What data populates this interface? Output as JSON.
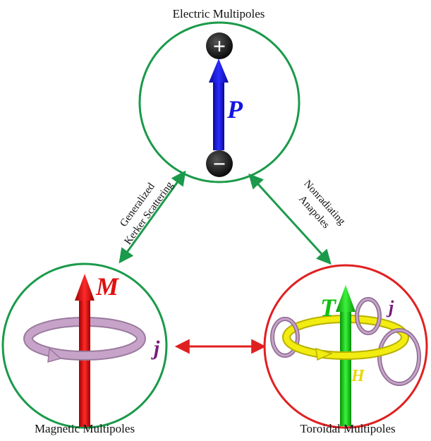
{
  "top": {
    "title": "Electric Multipoles",
    "symbol": "P",
    "plus_sign": "+",
    "minus_sign": "−"
  },
  "bottom_left": {
    "title": "Magnetic Multipoles",
    "symbol": "M",
    "current": "j"
  },
  "bottom_right": {
    "title": "Toroidal Multipoles",
    "symbol": "T",
    "current": "j",
    "field": "H"
  },
  "links": {
    "left": {
      "line1": "Generalized",
      "line2": "Kerker Scattering"
    },
    "right": {
      "line1": "Nonradiating",
      "line2": "Anapoles"
    }
  },
  "colors": {
    "electric_circle": "#1a9a4a",
    "magnetic_circle": "#1a9a4a",
    "toroidal_circle": "#e02020",
    "p_arrow": "#1414e0",
    "m_arrow": "#e01010",
    "t_arrow": "#10c010",
    "ring": "#c7a3c9",
    "h_ring": "#f2ec10",
    "j_label": "#7a1a7a",
    "h_label": "#e6d800",
    "link_green": "#1a9a4a",
    "link_red": "#e02020"
  }
}
